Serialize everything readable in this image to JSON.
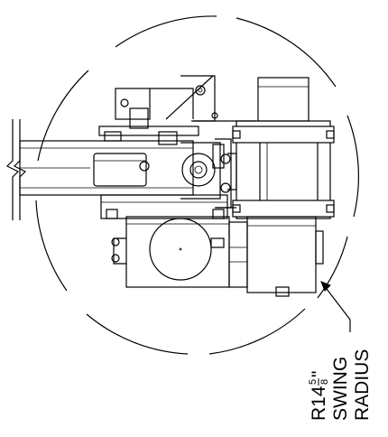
{
  "swing_label": {
    "radius_prefix": "R14",
    "fraction_numerator": "5",
    "fraction_denominator": "8",
    "inch_mark": "\"",
    "line2": "SWING",
    "line3": "RADIUS"
  }
}
